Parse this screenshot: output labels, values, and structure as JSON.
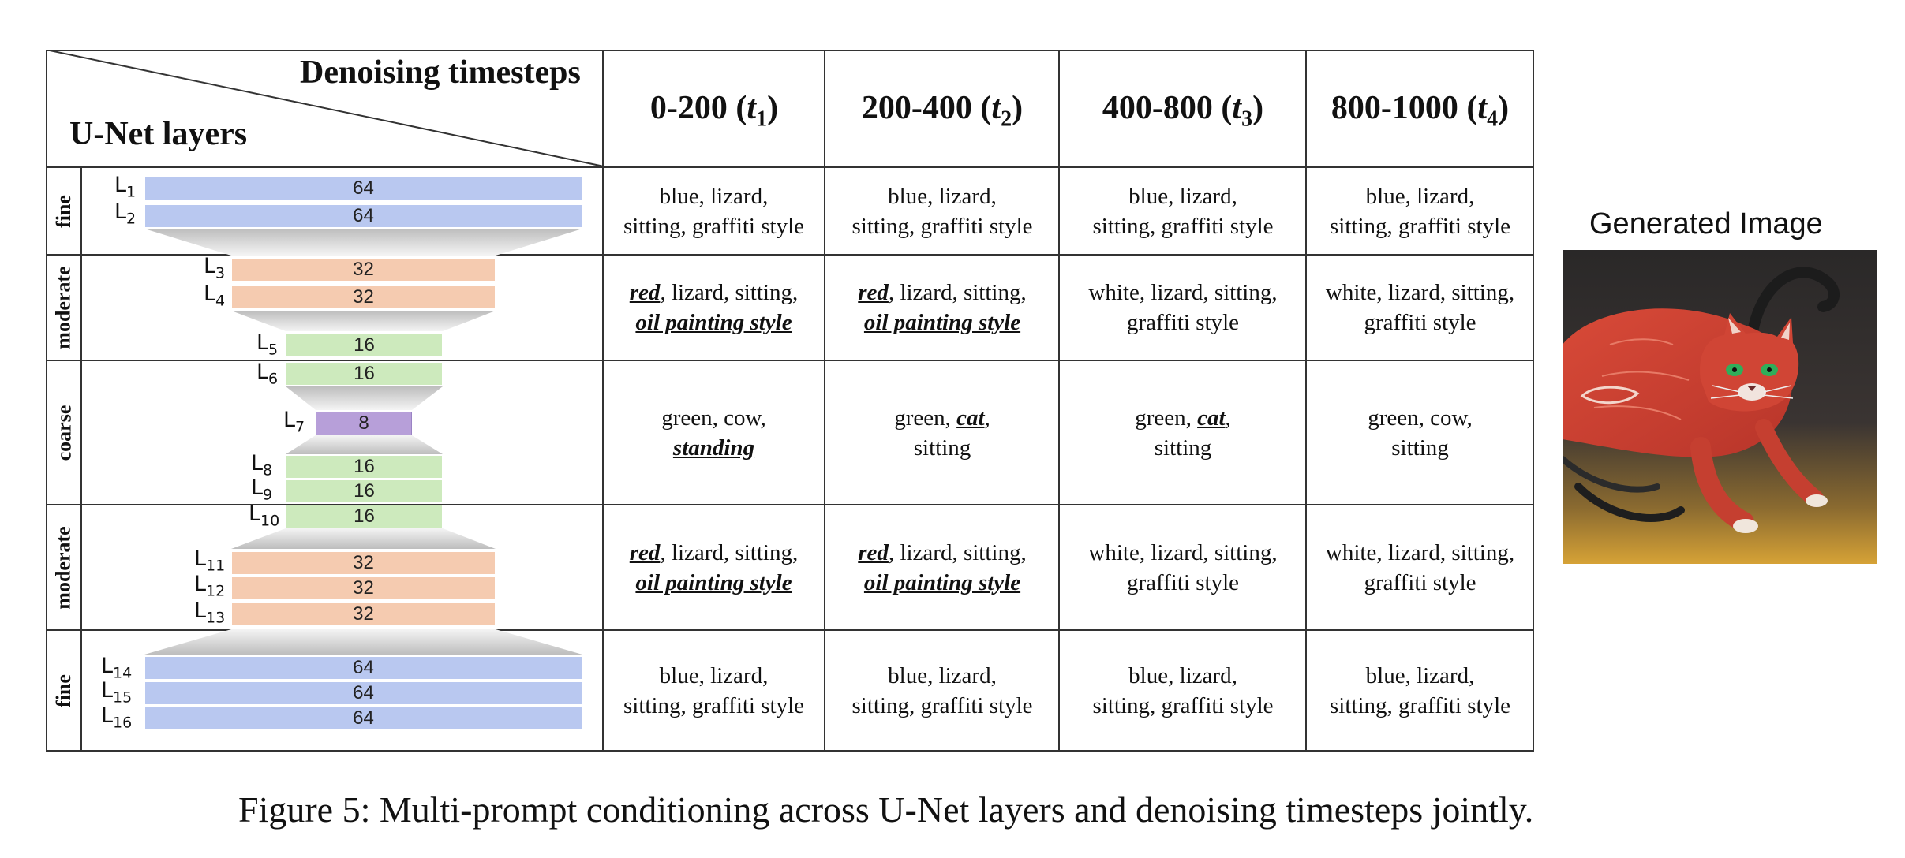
{
  "table": {
    "corner_top": "Denoising timesteps",
    "corner_bottom": "U-Net layers",
    "columns": [
      {
        "range": "0-200",
        "t": "t",
        "sub": "1"
      },
      {
        "range": "200-400",
        "t": "t",
        "sub": "2"
      },
      {
        "range": "400-800",
        "t": "t",
        "sub": "3"
      },
      {
        "range": "800-1000",
        "t": "t",
        "sub": "4"
      }
    ],
    "row_groups": [
      "fine",
      "moderate",
      "coarse",
      "moderate",
      "fine"
    ],
    "rows": [
      [
        {
          "pre": "",
          "hl": "",
          "rest": "blue, lizard,",
          "l2pre": "sitting, graffiti style",
          "l2hl": ""
        },
        {
          "pre": "",
          "hl": "",
          "rest": "blue, lizard,",
          "l2pre": "sitting, graffiti style",
          "l2hl": ""
        },
        {
          "pre": "",
          "hl": "",
          "rest": "blue, lizard,",
          "l2pre": "sitting, graffiti style",
          "l2hl": ""
        },
        {
          "pre": "",
          "hl": "",
          "rest": "blue, lizard,",
          "l2pre": "sitting, graffiti style",
          "l2hl": ""
        }
      ],
      [
        {
          "pre": "",
          "hl": "red",
          "rest": ", lizard, sitting,",
          "l2pre": "",
          "l2hl": "oil painting style"
        },
        {
          "pre": "",
          "hl": "red",
          "rest": ", lizard, sitting,",
          "l2pre": "",
          "l2hl": "oil painting style"
        },
        {
          "pre": "",
          "hl": "",
          "rest": "white, lizard, sitting,",
          "l2pre": "graffiti style",
          "l2hl": ""
        },
        {
          "pre": "",
          "hl": "",
          "rest": "white, lizard, sitting,",
          "l2pre": "graffiti style",
          "l2hl": ""
        }
      ],
      [
        {
          "pre": "",
          "hl": "",
          "rest": "green, cow,",
          "l2pre": "",
          "l2hl": "standing"
        },
        {
          "pre": "green, ",
          "hl": "cat",
          "rest": ",",
          "l2pre": "sitting",
          "l2hl": ""
        },
        {
          "pre": "green, ",
          "hl": "cat",
          "rest": ",",
          "l2pre": "sitting",
          "l2hl": ""
        },
        {
          "pre": "",
          "hl": "",
          "rest": "green, cow,",
          "l2pre": "sitting",
          "l2hl": ""
        }
      ],
      [
        {
          "pre": "",
          "hl": "red",
          "rest": ", lizard, sitting,",
          "l2pre": "",
          "l2hl": "oil painting style"
        },
        {
          "pre": "",
          "hl": "red",
          "rest": ", lizard, sitting,",
          "l2pre": "",
          "l2hl": "oil painting style"
        },
        {
          "pre": "",
          "hl": "",
          "rest": "white, lizard, sitting,",
          "l2pre": "graffiti style",
          "l2hl": ""
        },
        {
          "pre": "",
          "hl": "",
          "rest": "white, lizard, sitting,",
          "l2pre": "graffiti style",
          "l2hl": ""
        }
      ],
      [
        {
          "pre": "",
          "hl": "",
          "rest": "blue, lizard,",
          "l2pre": "sitting, graffiti style",
          "l2hl": ""
        },
        {
          "pre": "",
          "hl": "",
          "rest": "blue, lizard,",
          "l2pre": "sitting, graffiti style",
          "l2hl": ""
        },
        {
          "pre": "",
          "hl": "",
          "rest": "blue, lizard,",
          "l2pre": "sitting, graffiti style",
          "l2hl": ""
        },
        {
          "pre": "",
          "hl": "",
          "rest": "blue, lizard,",
          "l2pre": "sitting, graffiti style",
          "l2hl": ""
        }
      ]
    ]
  },
  "unet_layers": [
    {
      "name": "L",
      "sub": "1",
      "channels": "64"
    },
    {
      "name": "L",
      "sub": "2",
      "channels": "64"
    },
    {
      "name": "L",
      "sub": "3",
      "channels": "32"
    },
    {
      "name": "L",
      "sub": "4",
      "channels": "32"
    },
    {
      "name": "L",
      "sub": "5",
      "channels": "16"
    },
    {
      "name": "L",
      "sub": "6",
      "channels": "16"
    },
    {
      "name": "L",
      "sub": "7",
      "channels": "8"
    },
    {
      "name": "L",
      "sub": "8",
      "channels": "16"
    },
    {
      "name": "L",
      "sub": "9",
      "channels": "16"
    },
    {
      "name": "L",
      "sub": "10",
      "channels": "16"
    },
    {
      "name": "L",
      "sub": "11",
      "channels": "32"
    },
    {
      "name": "L",
      "sub": "12",
      "channels": "32"
    },
    {
      "name": "L",
      "sub": "13",
      "channels": "32"
    },
    {
      "name": "L",
      "sub": "14",
      "channels": "64"
    },
    {
      "name": "L",
      "sub": "15",
      "channels": "64"
    },
    {
      "name": "L",
      "sub": "16",
      "channels": "64"
    }
  ],
  "colors": {
    "c64": "#b9c8f0",
    "c32": "#f5cbb0",
    "c16": "#cdeabd",
    "c8": "#b79fd9"
  },
  "generated": {
    "title": "Generated Image",
    "image_icon": "red-cat-painting"
  },
  "caption": "Figure 5: Multi-prompt conditioning across U-Net layers and denoising timesteps jointly."
}
